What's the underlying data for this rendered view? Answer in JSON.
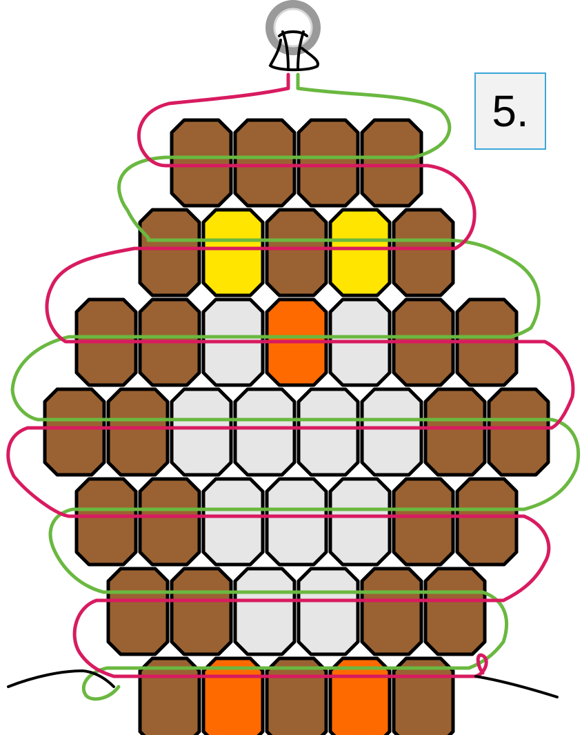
{
  "step": {
    "label": "5."
  },
  "colors": {
    "brown": "#9a6232",
    "yellow": "#ffe500",
    "white_bead": "#e6e6e6",
    "orange": "#ff6a00",
    "outline": "#000000",
    "cord_pink": "#d81b60",
    "cord_green": "#6ab840",
    "ring": "#9a9a9a"
  },
  "pattern": {
    "legend": {
      "B": "brown",
      "Y": "yellow",
      "W": "white_bead",
      "O": "orange"
    },
    "rows": [
      [
        "B",
        "B",
        "B",
        "B"
      ],
      [
        "B",
        "Y",
        "B",
        "Y",
        "B"
      ],
      [
        "B",
        "B",
        "W",
        "O",
        "W",
        "B",
        "B"
      ],
      [
        "B",
        "B",
        "W",
        "W",
        "W",
        "W",
        "B",
        "B"
      ],
      [
        "B",
        "B",
        "W",
        "W",
        "W",
        "B",
        "B"
      ],
      [
        "B",
        "B",
        "W",
        "W",
        "B",
        "B"
      ],
      [
        "B",
        "O",
        "B",
        "O",
        "B"
      ]
    ]
  }
}
